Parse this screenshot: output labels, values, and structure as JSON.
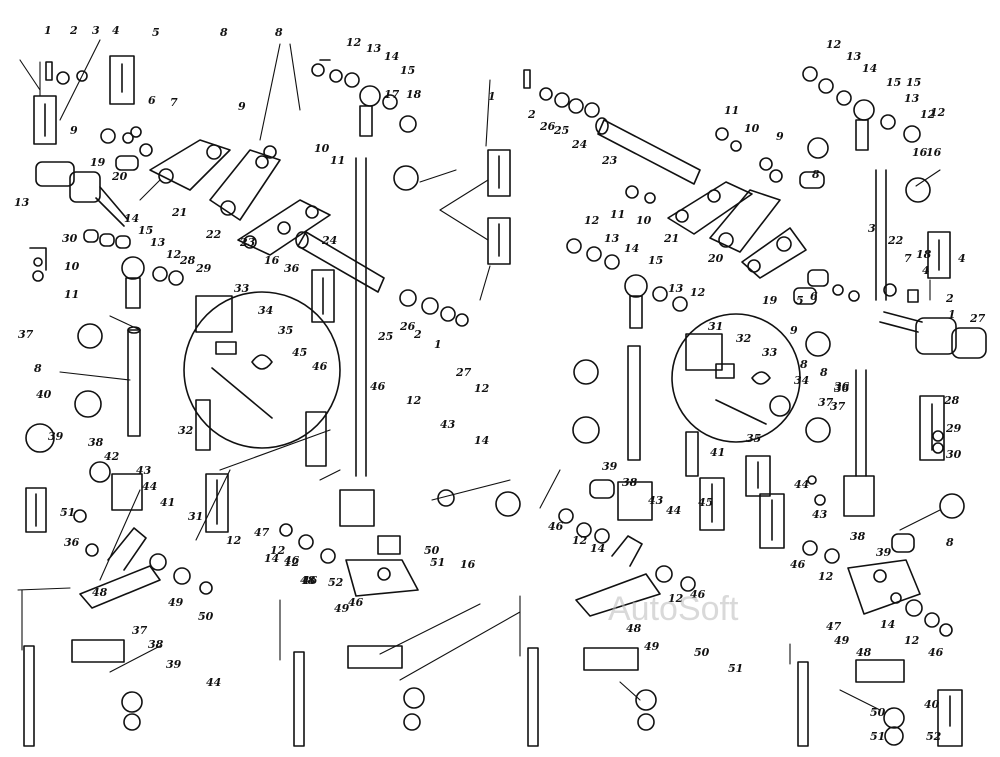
{
  "watermark": "AutoSoft",
  "callouts": [
    {
      "side": "left",
      "labels": [
        "1",
        "2",
        "3",
        "4",
        "5",
        "6",
        "7",
        "8",
        "8",
        "9",
        "10",
        "11",
        "12",
        "13",
        "14",
        "15",
        "17",
        "18",
        "9",
        "19",
        "20",
        "21",
        "22",
        "23",
        "24",
        "25",
        "26",
        "2",
        "1",
        "27",
        "12",
        "13",
        "14",
        "15",
        "13",
        "12",
        "28",
        "29",
        "30",
        "10",
        "11",
        "16",
        "36",
        "37",
        "8",
        "40",
        "39",
        "38",
        "42",
        "43",
        "44",
        "41",
        "31",
        "32",
        "33",
        "34",
        "35",
        "45",
        "46",
        "12",
        "14",
        "12",
        "46",
        "52",
        "46",
        "48",
        "49",
        "50",
        "51",
        "36",
        "37",
        "38",
        "39",
        "44",
        "46",
        "12",
        "43",
        "14",
        "47",
        "12",
        "46",
        "48",
        "49",
        "50",
        "51",
        "16"
      ]
    },
    {
      "side": "right",
      "labels": [
        "1",
        "2",
        "26",
        "25",
        "24",
        "23",
        "11",
        "10",
        "9",
        "8",
        "12",
        "13",
        "14",
        "15",
        "13",
        "12",
        "16",
        "4",
        "11",
        "10",
        "21",
        "20",
        "19",
        "3",
        "22",
        "7",
        "18",
        "4",
        "2",
        "1",
        "27",
        "5",
        "6",
        "9",
        "8",
        "12",
        "13",
        "14",
        "15",
        "13",
        "12",
        "16",
        "36",
        "37",
        "31",
        "32",
        "33",
        "34",
        "35",
        "41",
        "45",
        "39",
        "38",
        "43",
        "44",
        "46",
        "12",
        "14",
        "12",
        "46",
        "48",
        "49",
        "50",
        "51",
        "44",
        "43",
        "8",
        "38",
        "39",
        "46",
        "12",
        "47",
        "14",
        "12",
        "46",
        "40",
        "52",
        "48",
        "49",
        "50",
        "51",
        "28",
        "29",
        "30",
        "36",
        "37",
        "8",
        "15",
        "12"
      ]
    }
  ]
}
